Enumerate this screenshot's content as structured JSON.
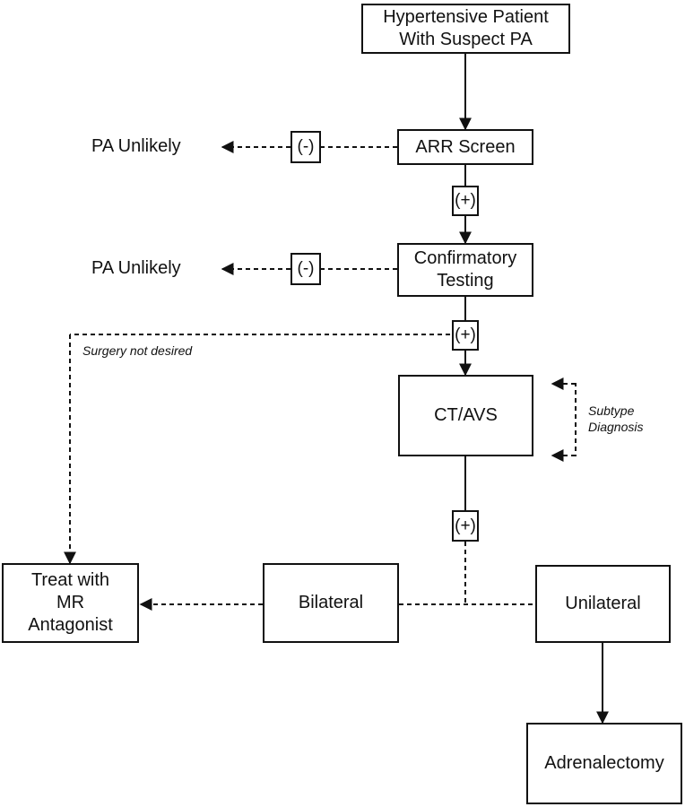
{
  "nodes": {
    "hypertensive_patient": "Hypertensive Patient\nWith Suspect PA",
    "arr_screen": "ARR Screen",
    "confirmatory_testing": "Confirmatory\nTesting",
    "ct_avs": "CT/AVS",
    "bilateral": "Bilateral",
    "unilateral": "Unilateral",
    "treat_mr": "Treat with\nMR\nAntagonist",
    "adrenalectomy": "Adrenalectomy"
  },
  "outcomes": {
    "pa_unlikely_1": "PA Unlikely",
    "pa_unlikely_2": "PA Unlikely"
  },
  "badges": {
    "negative_1": "(-)",
    "negative_2": "(-)",
    "positive_1": "(+)",
    "positive_2": "(+)",
    "positive_3": "(+)"
  },
  "annotations": {
    "surgery_not_desired": "Surgery not desired",
    "subtype_diagnosis": "Subtype\nDiagnosis"
  },
  "colors": {
    "line": "#111111",
    "background": "#ffffff"
  }
}
